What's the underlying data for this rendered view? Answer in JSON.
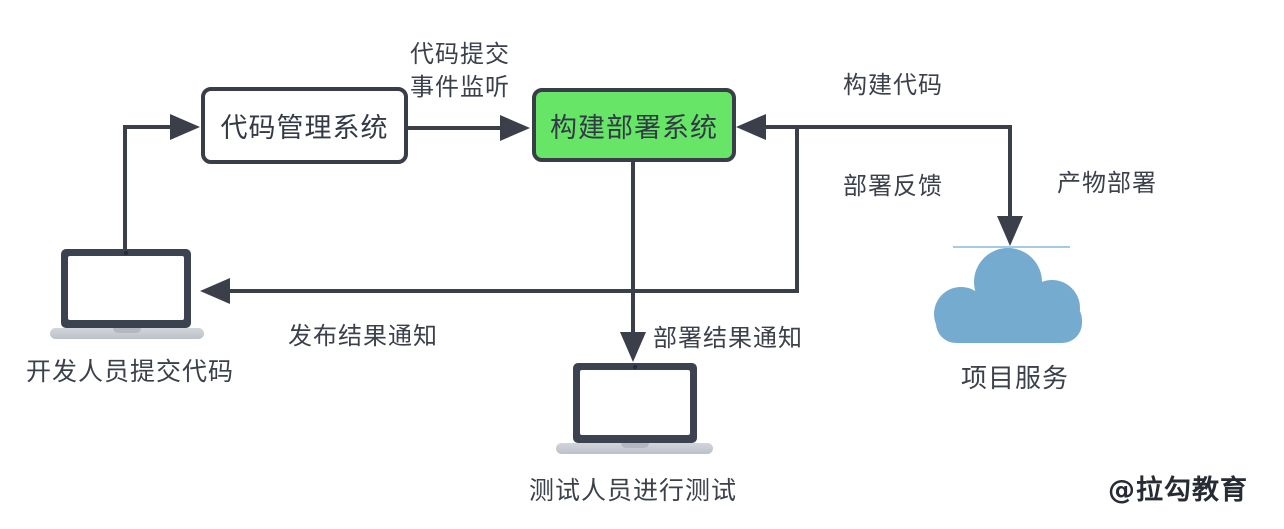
{
  "diagram": {
    "nodes": {
      "code_mgmt": {
        "label": "代码管理系统"
      },
      "build_deploy": {
        "label": "构建部署系统"
      }
    },
    "edge_labels": {
      "commit_event_line1": "代码提交",
      "commit_event_line2": "事件监听",
      "build_code": "构建代码",
      "deploy_feedback": "部署反馈",
      "artifact_deploy": "产物部署",
      "release_notice": "发布结果通知",
      "deploy_result": "部署结果通知"
    },
    "captions": {
      "developer": "开发人员提交代码",
      "tester": "测试人员进行测试",
      "project_service": "项目服务"
    },
    "watermark": "@拉勾教育",
    "colors": {
      "line": "#3a3f4a",
      "text": "#3b404b",
      "box_green": "#66e566",
      "box_border": "#383d48",
      "cloud_blue": "#76abd0",
      "cloud_top_line": "#a6c9e4",
      "laptop_bezel": "#3d4251",
      "laptop_base": "#c9cdd3"
    }
  }
}
